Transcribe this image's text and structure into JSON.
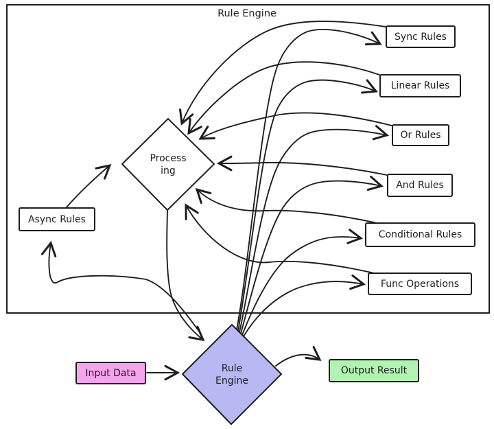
{
  "diagram": {
    "container_label": "Rule Engine",
    "nodes": {
      "processing": {
        "label_line1": "Process",
        "label_line2": "ing"
      },
      "rule_engine": {
        "label_line1": "Rule",
        "label_line2": "Engine"
      },
      "async_rules": {
        "label": "Async Rules"
      },
      "sync_rules": {
        "label": "Sync Rules"
      },
      "linear_rules": {
        "label": "Linear Rules"
      },
      "or_rules": {
        "label": "Or Rules"
      },
      "and_rules": {
        "label": "And Rules"
      },
      "conditional_rules": {
        "label": "Conditional Rules"
      },
      "func_operations": {
        "label": "Func Operations"
      },
      "input_data": {
        "label": "Input Data"
      },
      "output_result": {
        "label": "Output Result"
      }
    },
    "edges": [
      {
        "from": "sync_rules",
        "to": "processing"
      },
      {
        "from": "linear_rules",
        "to": "processing"
      },
      {
        "from": "or_rules",
        "to": "processing"
      },
      {
        "from": "and_rules",
        "to": "processing"
      },
      {
        "from": "conditional_rules",
        "to": "processing"
      },
      {
        "from": "func_operations",
        "to": "processing"
      },
      {
        "from": "rule_engine",
        "to": "sync_rules"
      },
      {
        "from": "rule_engine",
        "to": "linear_rules"
      },
      {
        "from": "rule_engine",
        "to": "or_rules"
      },
      {
        "from": "rule_engine",
        "to": "and_rules"
      },
      {
        "from": "rule_engine",
        "to": "conditional_rules"
      },
      {
        "from": "rule_engine",
        "to": "func_operations"
      },
      {
        "from": "async_rules",
        "to": "processing"
      },
      {
        "from": "processing",
        "to": "rule_engine"
      },
      {
        "from": "rule_engine",
        "to": "async_rules"
      },
      {
        "from": "input_data",
        "to": "rule_engine"
      },
      {
        "from": "rule_engine",
        "to": "output_result"
      }
    ],
    "colors": {
      "stroke": "#1e1e1e",
      "background": "#ffffff",
      "box_fill": "#ffffff",
      "input_fill": "#f8a3ee",
      "output_fill": "#b2f2b2",
      "engine_fill": "#b8b8f4"
    }
  }
}
